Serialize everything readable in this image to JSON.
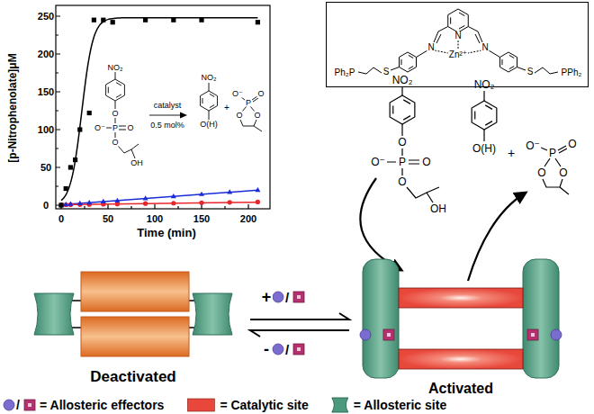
{
  "diagram": {
    "nodes": [
      {
        "text": [
          "Ph₂P",
          "S",
          "N",
          "N",
          "Zn²⁺",
          "N",
          "S",
          "PPh₂"
        ]
      },
      {
        "text": [
          "Deactivated"
        ]
      },
      {
        "text": [
          "Activated"
        ]
      }
    ],
    "edges": [
      {
        "from": 1,
        "to": 2,
        "arrow": "both"
      }
    ],
    "labels": [
      "[p-Nitrophenolate]μM",
      "Time (min)",
      "0",
      "50",
      "100",
      "150",
      "200",
      "0",
      "50",
      "100",
      "150",
      "200",
      "250",
      "NO₂",
      "O",
      "O⁻",
      "P",
      "O",
      "O",
      "OH",
      "catalyst",
      "0.5 mol%",
      "NO₂",
      "O(H)",
      "+",
      "O⁻",
      "P",
      "O",
      "O",
      "O",
      "NO₂",
      "O",
      "O⁻",
      "P",
      "O",
      "O",
      "OH",
      "NO₂",
      "O(H)",
      "+",
      "O⁻",
      "P",
      "O",
      "O",
      "O",
      "+",
      "/",
      "-",
      "/",
      "/"
    ],
    "legend": [
      {
        "text": "= Allosteric effectors"
      },
      {
        "text": "= Catalytic site",
        "color": "#e8473b"
      },
      {
        "text": "= Allosteric site"
      }
    ]
  }
}
